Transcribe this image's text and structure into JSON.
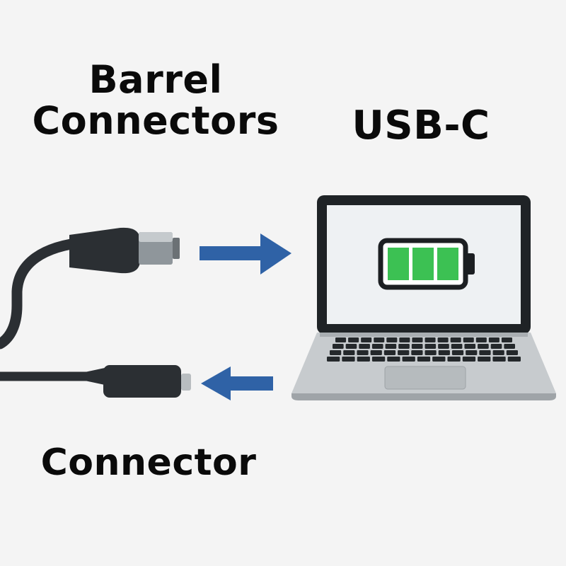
{
  "labels": {
    "barrel_line1": "Barrel",
    "barrel_line2": "Connectors",
    "usbc": "USB-C",
    "connector": "Connector"
  },
  "colors": {
    "background": "#f4f4f4",
    "cable": "#2b2f33",
    "arrow": "#2f62a6",
    "battery_fill": "#3cc153",
    "laptop_bezel": "#1f2326",
    "laptop_screen": "#eef1f3",
    "laptop_base": "#c7cbce",
    "keys": "#24282b"
  },
  "icons": {
    "barrel_plug": "barrel-plug-icon",
    "usbc_plug": "usb-c-plug-icon",
    "laptop": "laptop-icon",
    "battery": "battery-icon",
    "arrow_in": "arrow-right-icon",
    "arrow_out": "arrow-left-icon"
  },
  "battery": {
    "cells_filled": 3,
    "cells_total": 3
  }
}
